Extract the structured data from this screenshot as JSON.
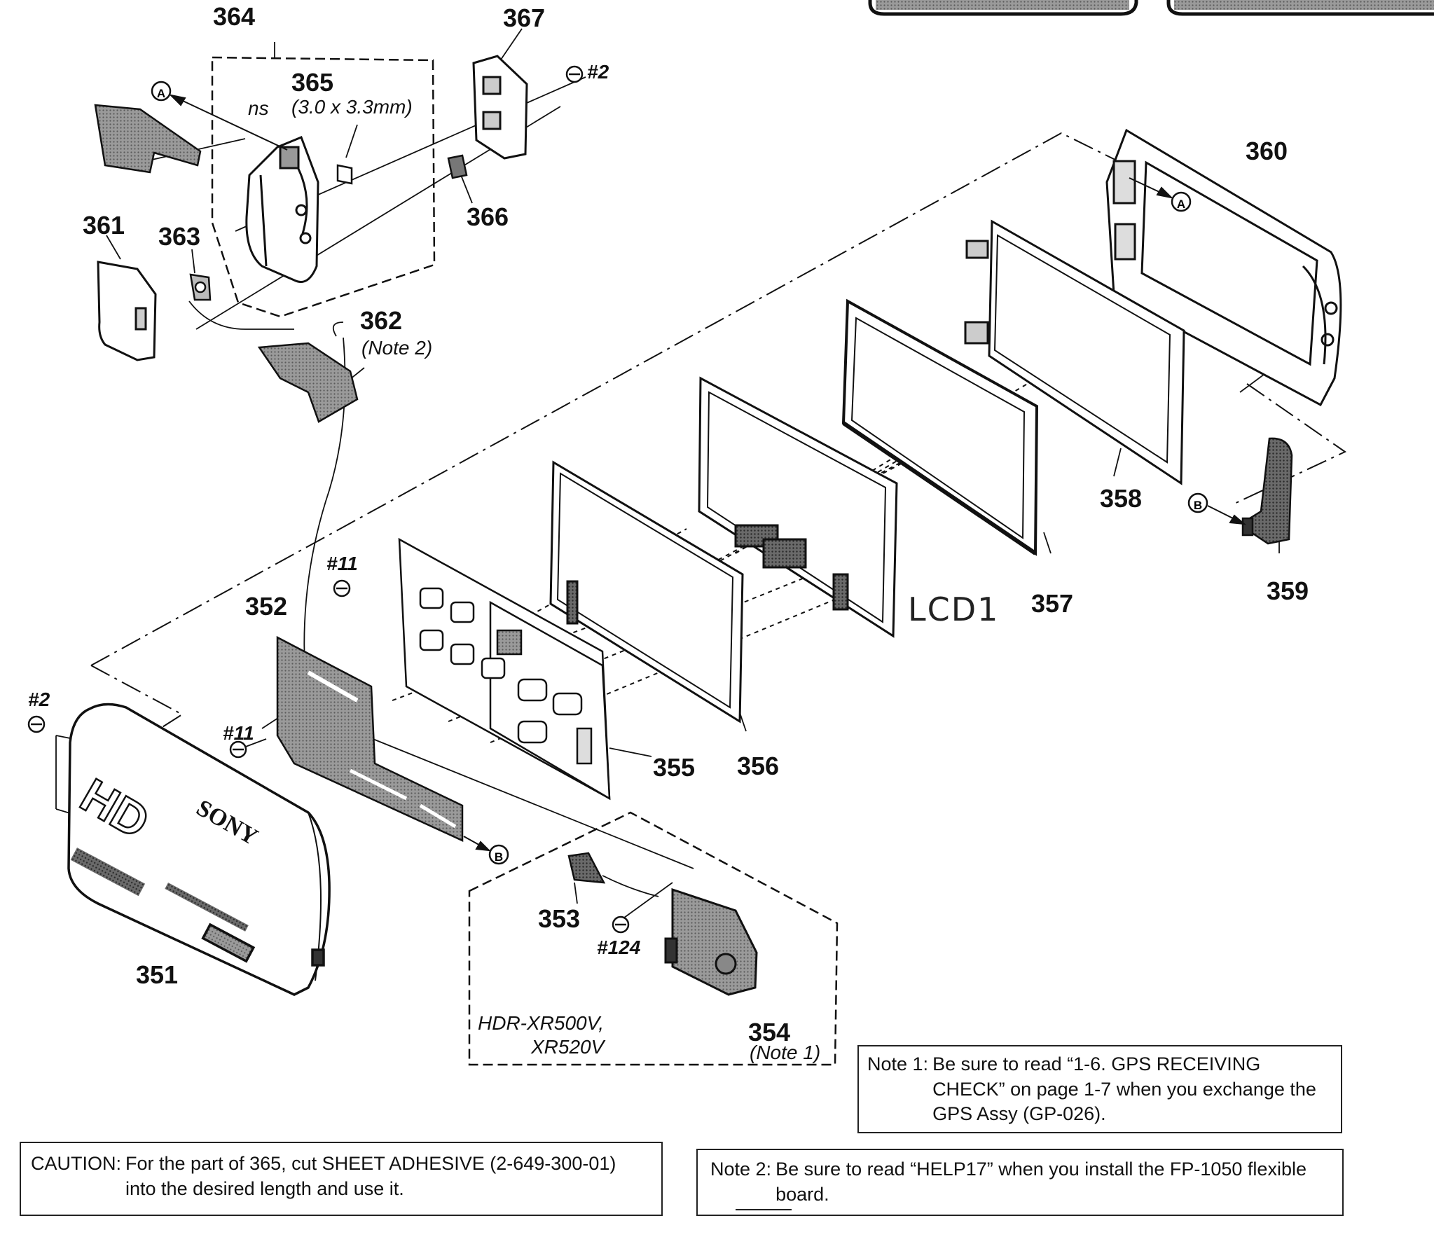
{
  "parts": {
    "p351": "351",
    "p352": "352",
    "p353": "353",
    "p354": "354",
    "p355": "355",
    "p356": "356",
    "p357": "357",
    "p358": "358",
    "p359": "359",
    "p360": "360",
    "p361": "361",
    "p362": "362",
    "p363": "363",
    "p364": "364",
    "p365": "365",
    "p366": "366",
    "p367": "367"
  },
  "screws": {
    "s2": "#2",
    "s11": "#11",
    "s124": "#124"
  },
  "refs": {
    "a": "A",
    "b": "B"
  },
  "annotations": {
    "ns": "ns",
    "size365": "(3.0 x 3.3mm)",
    "note2_ref": "(Note 2)",
    "note1_ref": "(Note 1)",
    "model1": "HDR-XR500V,",
    "model2": "XR520V",
    "handwritten": "LCD1"
  },
  "cover_text": {
    "brand": "SONY",
    "hd": "HD"
  },
  "notes": {
    "note1_tag": "Note 1:",
    "note1_text": "Be sure to read “1-6. GPS RECEIVING CHECK” on page 1-7 when you exchange the GPS Assy (GP-026).",
    "caution_tag": "CAUTION:",
    "caution_text": "For the part of 365, cut SHEET ADHESIVE (2-649-300-01) into the desired length and use it.",
    "note2_tag": "Note 2:",
    "note2_text": "Be sure to read “HELP17” when you install the FP-1050 flexible board."
  }
}
